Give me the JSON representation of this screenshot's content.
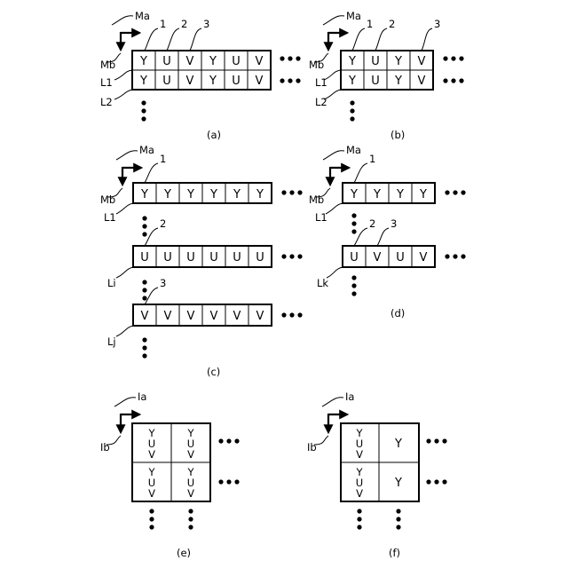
{
  "labels": {
    "Ma": "Ma",
    "Mb": "Mb",
    "Ia": "Ia",
    "Ib": "Ib",
    "L1": "L1",
    "L2": "L2",
    "Li": "Li",
    "Lj": "Lj",
    "Lk": "Lk",
    "n1": "1",
    "n2": "2",
    "n3": "3"
  },
  "captions": {
    "a": "(a)",
    "b": "(b)",
    "c": "(c)",
    "d": "(d)",
    "e": "(e)",
    "f": "(f)"
  },
  "panel_a": {
    "rows": [
      [
        "Y",
        "U",
        "V",
        "Y",
        "U",
        "V"
      ],
      [
        "Y",
        "U",
        "V",
        "Y",
        "U",
        "V"
      ]
    ]
  },
  "panel_b": {
    "rows": [
      [
        "Y",
        "U",
        "Y",
        "V"
      ],
      [
        "Y",
        "U",
        "Y",
        "V"
      ]
    ]
  },
  "panel_c": {
    "rowY": [
      "Y",
      "Y",
      "Y",
      "Y",
      "Y",
      "Y"
    ],
    "rowU": [
      "U",
      "U",
      "U",
      "U",
      "U",
      "U"
    ],
    "rowV": [
      "V",
      "V",
      "V",
      "V",
      "V",
      "V"
    ]
  },
  "panel_d": {
    "rowY": [
      "Y",
      "Y",
      "Y",
      "Y"
    ],
    "rowUV": [
      "U",
      "V",
      "U",
      "V"
    ]
  },
  "panel_e": {
    "stack": [
      "Y",
      "U",
      "V"
    ]
  },
  "panel_f": {
    "stack": [
      "Y",
      "U",
      "V"
    ],
    "single": "Y"
  }
}
